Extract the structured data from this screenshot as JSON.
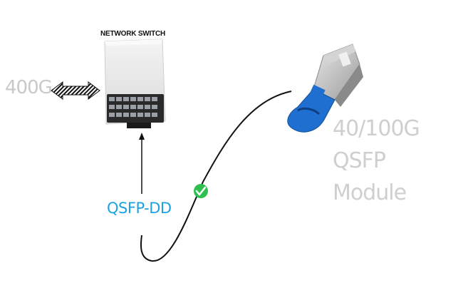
{
  "diagram": {
    "switch_title": "NETWORK SWITCH",
    "speed_label": "400G",
    "connector_label": "QSFP-DD",
    "module_label_lines": [
      "40/100G",
      "QSFP",
      "Module"
    ],
    "check_icon": "check-circle-icon",
    "colors": {
      "connector_label": "#1aa3e3",
      "module_label": "#cfcfcf",
      "speed_label": "#c9c9c9",
      "check_badge": "#2fbf4f",
      "module_latch": "#1f6fd1",
      "cable": "#111111"
    }
  }
}
